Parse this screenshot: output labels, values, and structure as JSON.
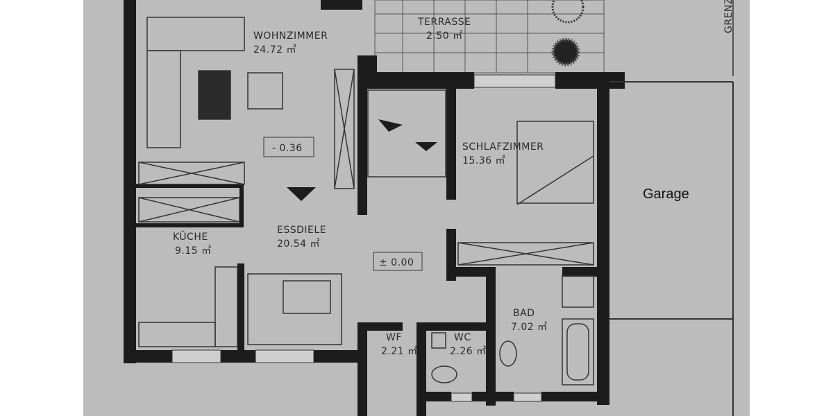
{
  "rooms": {
    "wohnzimmer": {
      "name": "WOHNZIMMER",
      "area": "24.72 ㎡"
    },
    "terrasse": {
      "name": "TERRASSE",
      "area": "2.50 ㎡"
    },
    "schlafzimmer": {
      "name": "SCHLAFZIMMER",
      "area": "15.36 ㎡"
    },
    "kueche": {
      "name": "KÜCHE",
      "area": "9.15 ㎡"
    },
    "essdiele": {
      "name": "ESSDIELE",
      "area": "20.54 ㎡"
    },
    "bad": {
      "name": "BAD",
      "area": "7.02 ㎡"
    },
    "wf": {
      "name": "WF",
      "area": "2.21 ㎡"
    },
    "wc": {
      "name": "WC",
      "area": "2.26 ㎡"
    },
    "garage": {
      "name": "Garage"
    }
  },
  "levels": {
    "wohnzimmer": "- 0.36",
    "essdiele": "± 0.00"
  },
  "boundary_label": "GRENZ",
  "colors": {
    "paper": "#bcbcbc",
    "wall": "#1c1c1c",
    "line": "#333333"
  }
}
